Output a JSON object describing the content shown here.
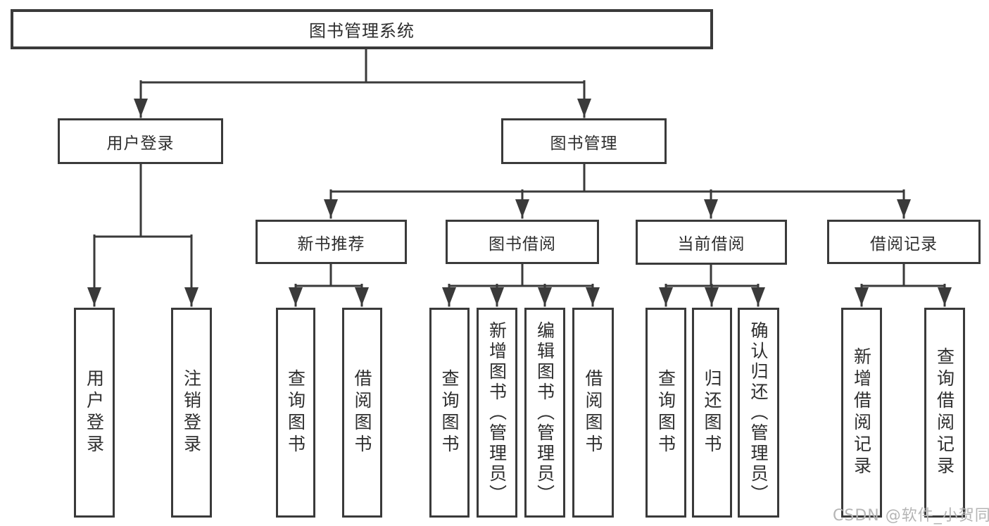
{
  "diagram": {
    "root": {
      "label": "图书管理系统"
    },
    "level2": [
      {
        "label": "用户登录",
        "children": [
          {
            "label": "用户登录"
          },
          {
            "label": "注销登录"
          }
        ]
      },
      {
        "label": "图书管理",
        "children": [
          {
            "label": "新书推荐",
            "children": [
              {
                "label": "查询图书"
              },
              {
                "label": "借阅图书"
              }
            ]
          },
          {
            "label": "图书借阅",
            "children": [
              {
                "label": "查询图书"
              },
              {
                "label": "新增图书（管理员）"
              },
              {
                "label": "编辑图书（管理员）"
              },
              {
                "label": "借阅图书"
              }
            ]
          },
          {
            "label": "当前借阅",
            "children": [
              {
                "label": "查询图书"
              },
              {
                "label": "归还图书"
              },
              {
                "label": "确认归还（管理员）"
              }
            ]
          },
          {
            "label": "借阅记录",
            "children": [
              {
                "label": "新增借阅记录"
              },
              {
                "label": "查询借阅记录"
              }
            ]
          }
        ]
      }
    ]
  },
  "watermark": {
    "text": "CSDN @软件_小贺同学"
  },
  "colors": {
    "line": "#3a3a3a",
    "text": "#2e2e2e",
    "watermark": "#b5b5b5",
    "background": "#ffffff"
  }
}
